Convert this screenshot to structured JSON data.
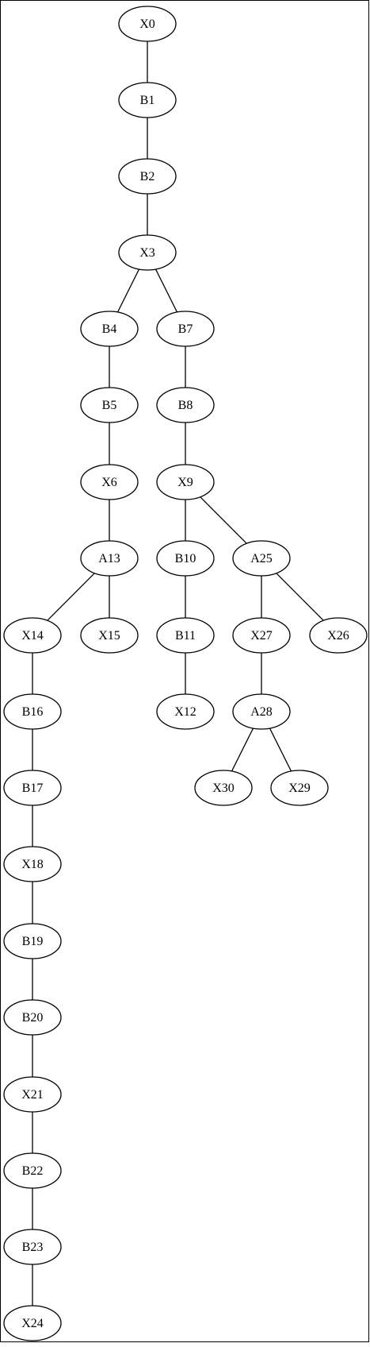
{
  "style": {
    "background": "#ffffff",
    "stroke": "#000000",
    "node_fill": "#ffffff",
    "text_color": "#000000"
  },
  "nodes": [
    {
      "id": "X0",
      "label": "X0"
    },
    {
      "id": "B1",
      "label": "B1"
    },
    {
      "id": "B2",
      "label": "B2"
    },
    {
      "id": "X3",
      "label": "X3"
    },
    {
      "id": "B4",
      "label": "B4"
    },
    {
      "id": "B7",
      "label": "B7"
    },
    {
      "id": "B5",
      "label": "B5"
    },
    {
      "id": "B8",
      "label": "B8"
    },
    {
      "id": "X6",
      "label": "X6"
    },
    {
      "id": "X9",
      "label": "X9"
    },
    {
      "id": "A13",
      "label": "A13"
    },
    {
      "id": "B10",
      "label": "B10"
    },
    {
      "id": "A25",
      "label": "A25"
    },
    {
      "id": "X14",
      "label": "X14"
    },
    {
      "id": "X15",
      "label": "X15"
    },
    {
      "id": "B11",
      "label": "B11"
    },
    {
      "id": "X27",
      "label": "X27"
    },
    {
      "id": "X26",
      "label": "X26"
    },
    {
      "id": "B16",
      "label": "B16"
    },
    {
      "id": "X12",
      "label": "X12"
    },
    {
      "id": "A28",
      "label": "A28"
    },
    {
      "id": "B17",
      "label": "B17"
    },
    {
      "id": "X30",
      "label": "X30"
    },
    {
      "id": "X29",
      "label": "X29"
    },
    {
      "id": "X18",
      "label": "X18"
    },
    {
      "id": "B19",
      "label": "B19"
    },
    {
      "id": "B20",
      "label": "B20"
    },
    {
      "id": "X21",
      "label": "X21"
    },
    {
      "id": "B22",
      "label": "B22"
    },
    {
      "id": "B23",
      "label": "B23"
    },
    {
      "id": "X24",
      "label": "X24"
    }
  ],
  "edges": [
    [
      "X0",
      "B1"
    ],
    [
      "B1",
      "B2"
    ],
    [
      "B2",
      "X3"
    ],
    [
      "X3",
      "B4"
    ],
    [
      "X3",
      "B7"
    ],
    [
      "B4",
      "B5"
    ],
    [
      "B5",
      "X6"
    ],
    [
      "X6",
      "A13"
    ],
    [
      "A13",
      "X14"
    ],
    [
      "A13",
      "X15"
    ],
    [
      "X14",
      "B16"
    ],
    [
      "B16",
      "B17"
    ],
    [
      "B17",
      "X18"
    ],
    [
      "X18",
      "B19"
    ],
    [
      "B19",
      "B20"
    ],
    [
      "B20",
      "X21"
    ],
    [
      "X21",
      "B22"
    ],
    [
      "B22",
      "B23"
    ],
    [
      "B23",
      "X24"
    ],
    [
      "B7",
      "B8"
    ],
    [
      "B8",
      "X9"
    ],
    [
      "X9",
      "B10"
    ],
    [
      "X9",
      "A25"
    ],
    [
      "B10",
      "B11"
    ],
    [
      "B11",
      "X12"
    ],
    [
      "A25",
      "X27"
    ],
    [
      "A25",
      "X26"
    ],
    [
      "X27",
      "A28"
    ],
    [
      "A28",
      "X30"
    ],
    [
      "A28",
      "X29"
    ]
  ]
}
